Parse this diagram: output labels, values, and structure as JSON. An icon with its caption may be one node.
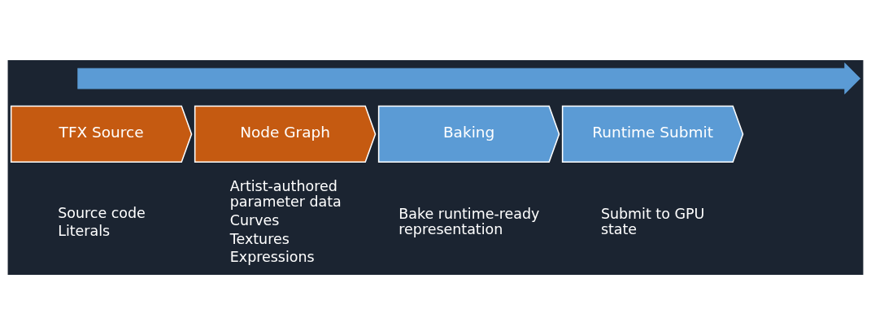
{
  "diagram": {
    "nodes": [
      {
        "text": [],
        "shape": "arrow"
      },
      {
        "text": [
          "TFX Source"
        ],
        "beside": [
          "Source code",
          "Literals"
        ]
      },
      {
        "text": [
          "Node Graph"
        ],
        "beside": [
          "Artist-authored parameter data",
          "Curves",
          "Textures",
          "Expressions"
        ]
      },
      {
        "text": [
          "Baking"
        ],
        "beside": [
          "Bake runtime-ready representation"
        ]
      },
      {
        "text": [
          "Runtime Submit"
        ],
        "beside": [
          "Submit to GPU state"
        ]
      }
    ],
    "edges": []
  }
}
